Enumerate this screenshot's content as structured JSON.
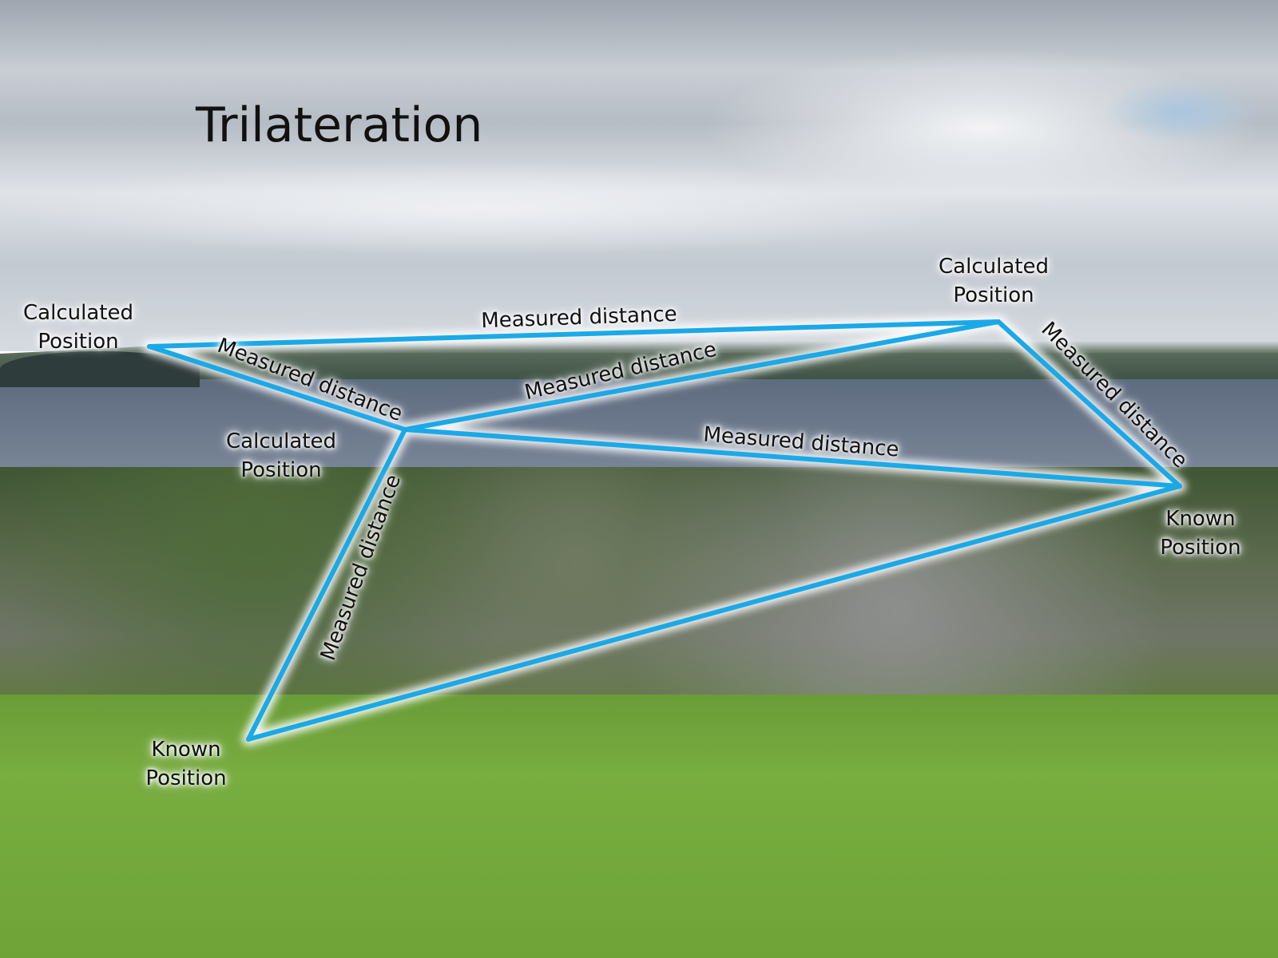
{
  "title": "Trilateration",
  "colors": {
    "line": "#1aa9e8",
    "glow": "#ffffff"
  },
  "positions": {
    "calculated_left": {
      "line1": "Calculated",
      "line2": "Position"
    },
    "calculated_top_right": {
      "line1": "Calculated",
      "line2": "Position"
    },
    "calculated_middle": {
      "line1": "Calculated",
      "line2": "Position"
    },
    "known_right": {
      "line1": "Known",
      "line2": "Position"
    },
    "known_bottom": {
      "line1": "Known",
      "line2": "Position"
    }
  },
  "distances": {
    "top": "Measured distance",
    "left_to_middle": "Measured distance",
    "middle_to_top_right": "Measured distance",
    "middle_to_known_right": "Measured distance",
    "top_right_to_known_right": "Measured distance",
    "middle_to_known_bottom": "Measured distance"
  }
}
